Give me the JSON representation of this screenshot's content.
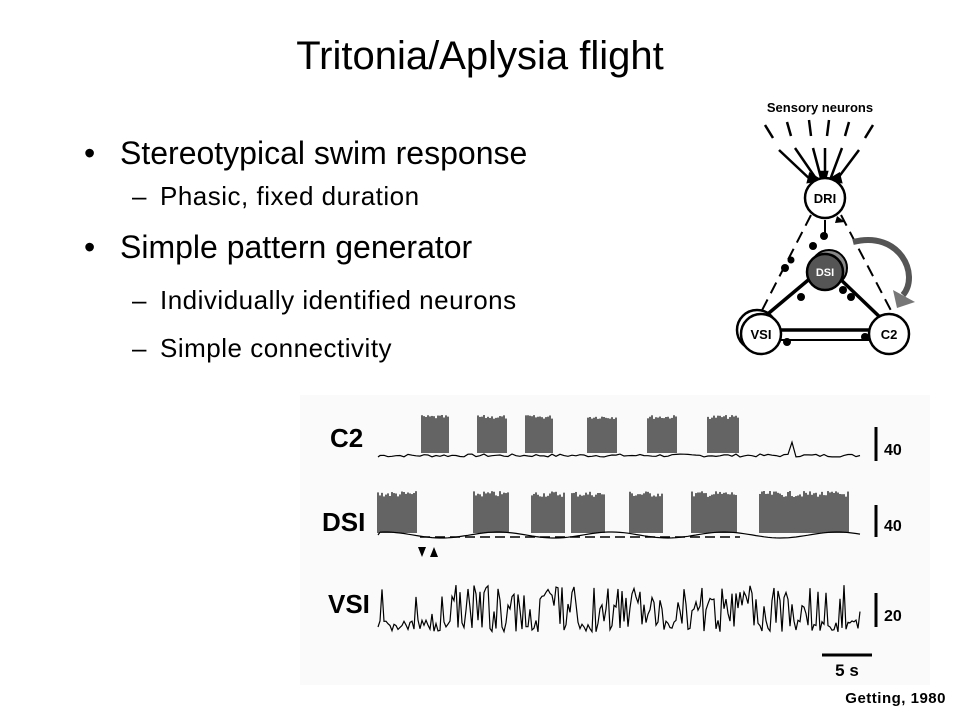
{
  "slide": {
    "title": "Tritonia/Aplysia flight",
    "bullets": [
      {
        "text": "Stereotypical swim response",
        "subs": [
          "Phasic, fixed duration"
        ]
      },
      {
        "text": "Simple pattern generator",
        "subs": [
          "Individually identified neurons",
          "Simple connectivity"
        ]
      }
    ],
    "bullet_char": "•",
    "dash_char": "–",
    "citation": "Getting, 1980"
  },
  "circuit": {
    "sensory_label": "Sensory neurons",
    "neurons": {
      "dri": "DRI",
      "dsi": "DSI",
      "vsi": "VSI",
      "c2": "C2"
    }
  },
  "recording": {
    "traces": [
      {
        "label": "C2",
        "scale": "40"
      },
      {
        "label": "DSI",
        "scale": "40"
      },
      {
        "label": "VSI",
        "scale": "20"
      }
    ],
    "timescale": "5 s"
  }
}
